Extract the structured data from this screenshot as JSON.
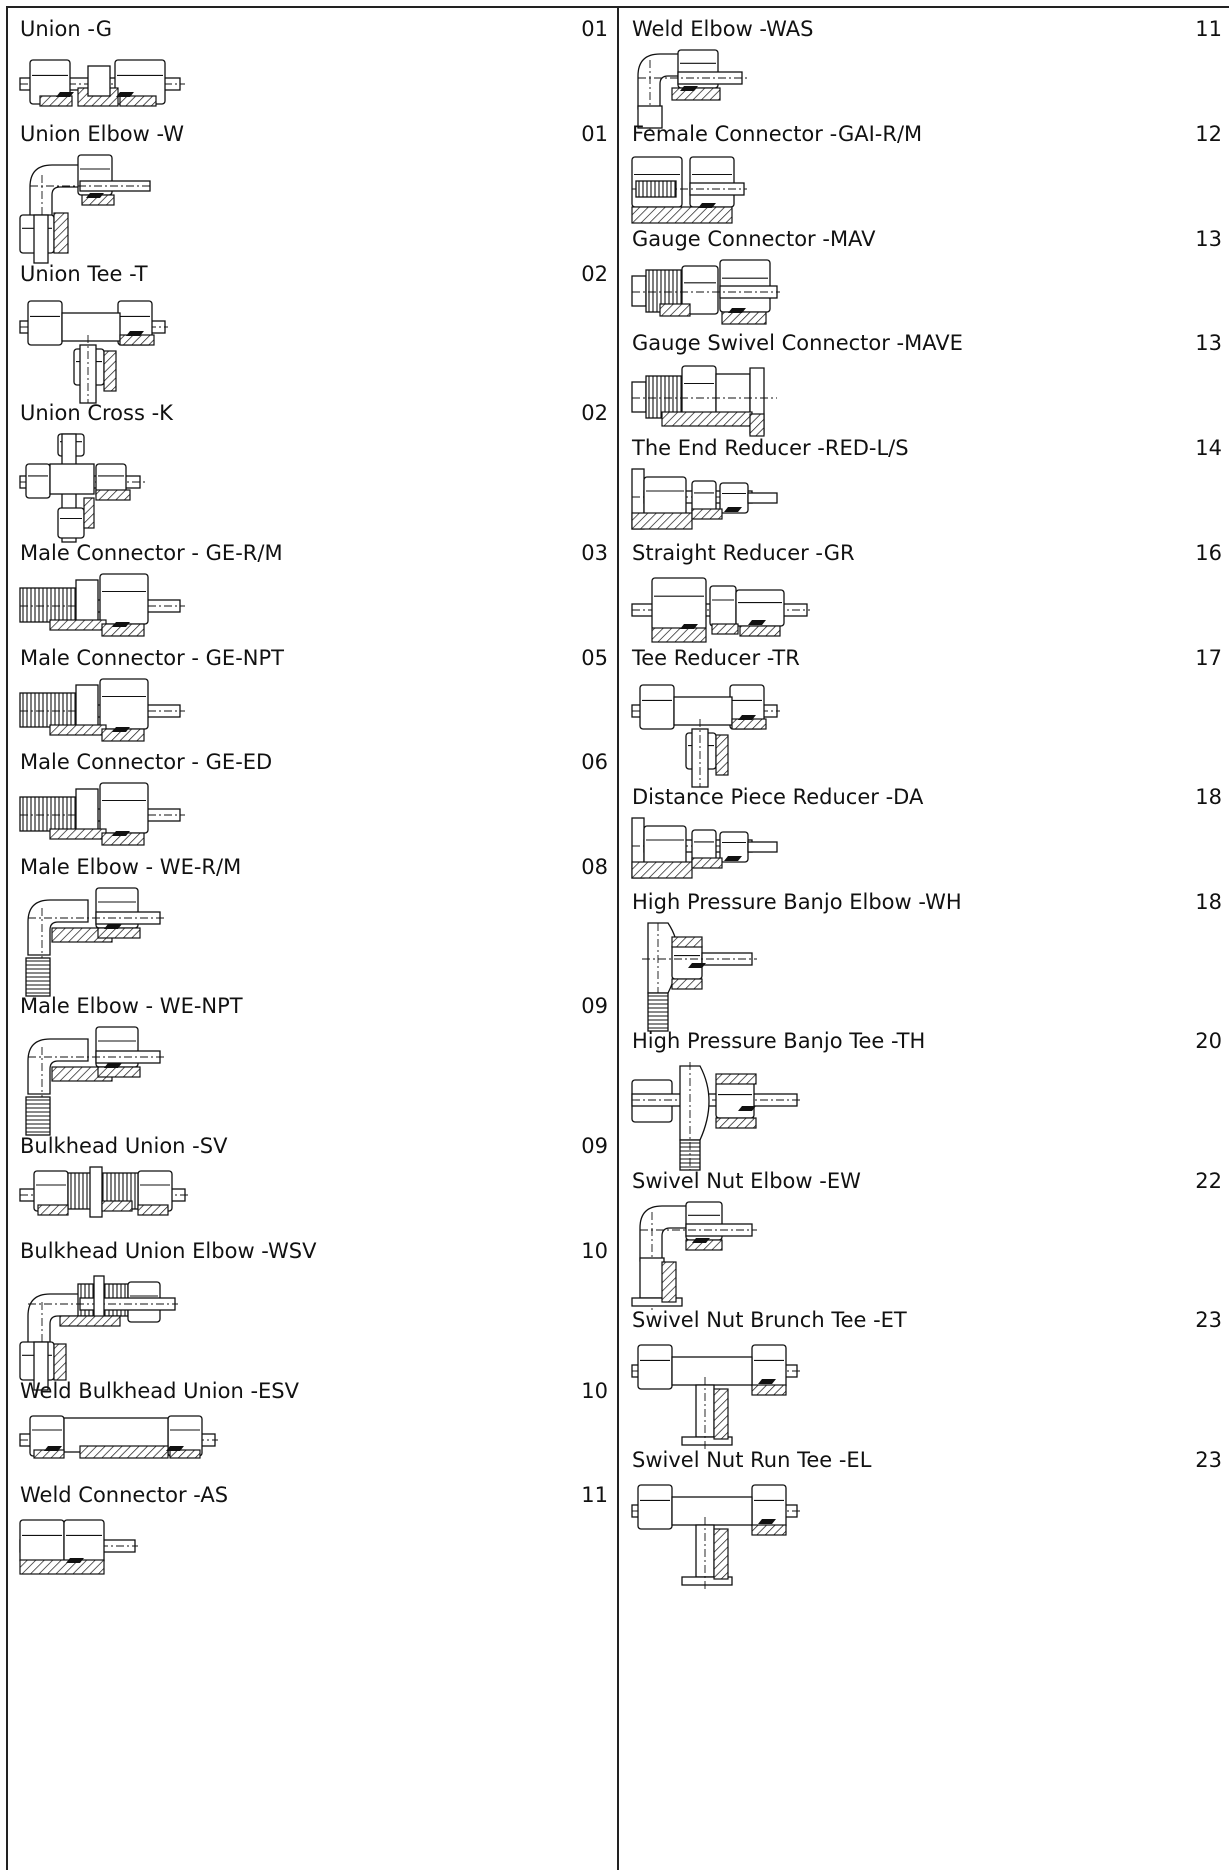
{
  "left_column": [
    {
      "title": "Union -G",
      "page": "01",
      "icon": "union-straight"
    },
    {
      "title": "Union Elbow -W",
      "page": "01",
      "icon": "union-elbow"
    },
    {
      "title": "Union Tee -T",
      "page": "02",
      "icon": "union-tee"
    },
    {
      "title": "Union Cross -K",
      "page": "02",
      "icon": "union-cross"
    },
    {
      "title": "Male Connector - GE-R/M",
      "page": "03",
      "icon": "male-connector"
    },
    {
      "title": "Male Connector - GE-NPT",
      "page": "05",
      "icon": "male-connector"
    },
    {
      "title": "Male Connector - GE-ED",
      "page": "06",
      "icon": "male-connector"
    },
    {
      "title": "Male Elbow - WE-R/M",
      "page": "08",
      "icon": "male-elbow"
    },
    {
      "title": "Male Elbow - WE-NPT",
      "page": "09",
      "icon": "male-elbow"
    },
    {
      "title": "Bulkhead Union -SV",
      "page": "09",
      "icon": "bulkhead-union"
    },
    {
      "title": "Bulkhead Union Elbow -WSV",
      "page": "10",
      "icon": "bulkhead-elbow"
    },
    {
      "title": "Weld Bulkhead Union -ESV",
      "page": "10",
      "icon": "weld-bulkhead"
    },
    {
      "title": "Weld Connector -AS",
      "page": "11",
      "icon": "weld-connector"
    }
  ],
  "right_column": [
    {
      "title": "Weld Elbow -WAS",
      "page": "11",
      "icon": "weld-elbow"
    },
    {
      "title": "Female Connector -GAI-R/M",
      "page": "12",
      "icon": "female-connector"
    },
    {
      "title": "Gauge Connector -MAV",
      "page": "13",
      "icon": "gauge-connector"
    },
    {
      "title": "Gauge Swivel Connector -MAVE",
      "page": "13",
      "icon": "gauge-swivel"
    },
    {
      "title": "The End Reducer -RED-L/S",
      "page": "14",
      "icon": "end-reducer"
    },
    {
      "title": "Straight Reducer -GR",
      "page": "16",
      "icon": "straight-reducer"
    },
    {
      "title": "Tee Reducer -TR",
      "page": "17",
      "icon": "union-tee"
    },
    {
      "title": "Distance Piece Reducer -DA",
      "page": "18",
      "icon": "end-reducer"
    },
    {
      "title": "High Pressure Banjo Elbow -WH",
      "page": "18",
      "icon": "banjo-elbow"
    },
    {
      "title": "High Pressure Banjo Tee -TH",
      "page": "20",
      "icon": "banjo-tee"
    },
    {
      "title": "Swivel Nut Elbow -EW",
      "page": "22",
      "icon": "swivel-elbow"
    },
    {
      "title": "Swivel Nut Brunch Tee -ET",
      "page": "23",
      "icon": "swivel-tee"
    },
    {
      "title": "Swivel Nut Run Tee -EL",
      "page": "23",
      "icon": "swivel-tee"
    }
  ]
}
